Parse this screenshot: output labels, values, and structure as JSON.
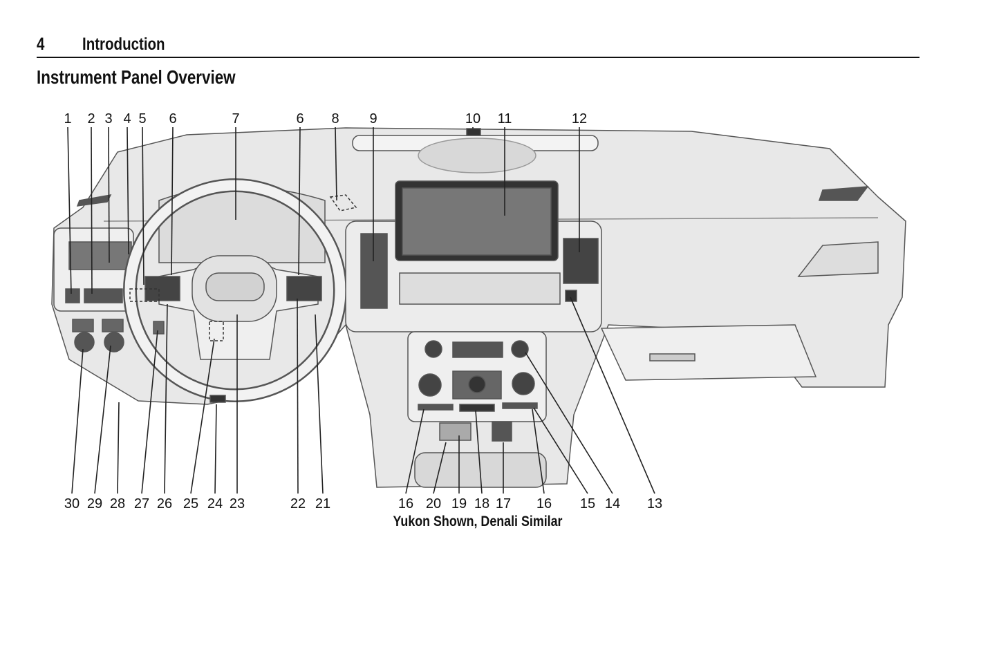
{
  "header": {
    "page_number": "4",
    "section": "Introduction"
  },
  "page_title": "Instrument Panel Overview",
  "figure": {
    "top_callouts": [
      "1",
      "2",
      "3",
      "4",
      "5",
      "6",
      "7",
      "6",
      "8",
      "9",
      "10",
      "11",
      "12"
    ],
    "bottom_callouts": [
      "30",
      "29",
      "28",
      "27",
      "26",
      "25",
      "24",
      "23",
      "22",
      "21",
      "16",
      "20",
      "19",
      "18",
      "17",
      "16",
      "15",
      "14",
      "13"
    ],
    "caption": "Yukon Shown, Denali Similar"
  }
}
